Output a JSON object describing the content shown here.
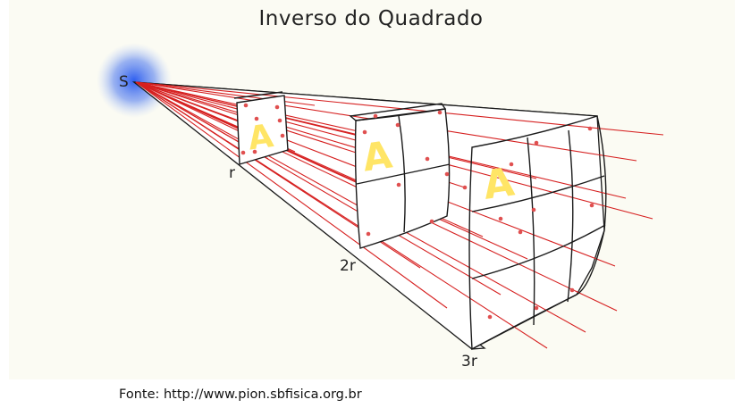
{
  "title": "Inverso do Quadrado",
  "caption": "Fonte: http://www.pion.sbfisica.org.br",
  "source_label": "S",
  "distance_labels": [
    "r",
    "2r",
    "3r"
  ],
  "area_label": "A",
  "colors": {
    "background": "#fbfbf3",
    "ray": "#d62020",
    "source_glow": "#3f6fe0",
    "area_letter": "#ffe566",
    "outline": "#1a1a1a"
  }
}
